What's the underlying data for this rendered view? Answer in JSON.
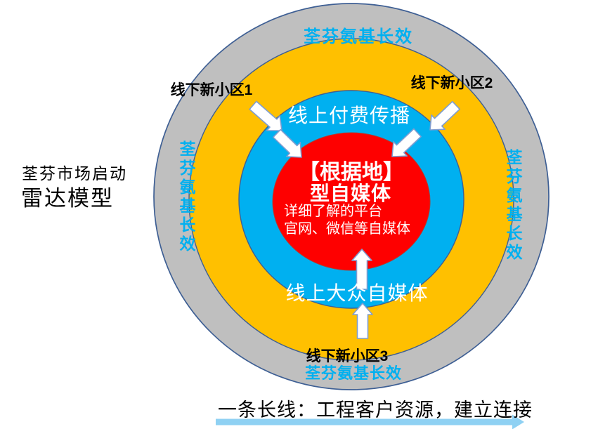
{
  "title": {
    "line1": "荃芬市场启动",
    "line2": "雷达模型"
  },
  "rings": {
    "gray_label_top": "荃芬氨基长效",
    "gray_label_bottom": "荃芬氨基长效",
    "gray_label_left": "荃芬氨基长效",
    "gray_label_right": "荃芬氨基长效",
    "blue_label_top": "线上付费传播",
    "blue_label_bottom": "线上大众自媒体"
  },
  "center": {
    "title_line1": "【根据地】",
    "title_line2": "型自媒体",
    "desc_line1": "详细了解的平台",
    "desc_line2": "官网、微信等自媒体"
  },
  "callouts": {
    "top_left": "线下新小区1",
    "top_right": "线下新小区2",
    "bottom": "线下新小区3"
  },
  "footer": {
    "label": "一条长线：工程客户资源，建立连接"
  },
  "colors": {
    "ring_gray": "#BFBFBF",
    "ring_gold": "#FFC000",
    "ring_blue": "#00B0F0",
    "center_red": "#FE0000",
    "ring_outline": "#3E5F94",
    "cyan_text": "#00B0F0",
    "arrow_white": "#FFFFFF",
    "footer_arrow": "#8FD1F3"
  }
}
